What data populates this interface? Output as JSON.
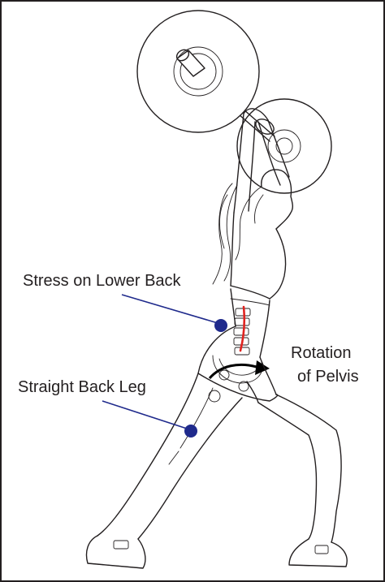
{
  "labels": {
    "stress_lower_back": "Stress on Lower Back",
    "straight_back_leg": "Straight Back Leg",
    "rotation_line1": "Rotation",
    "rotation_line2": "of Pelvis"
  },
  "colors": {
    "outline": "#231f20",
    "marker": "#1f2a8c",
    "spine_highlight": "#e0231f",
    "background": "#ffffff"
  }
}
